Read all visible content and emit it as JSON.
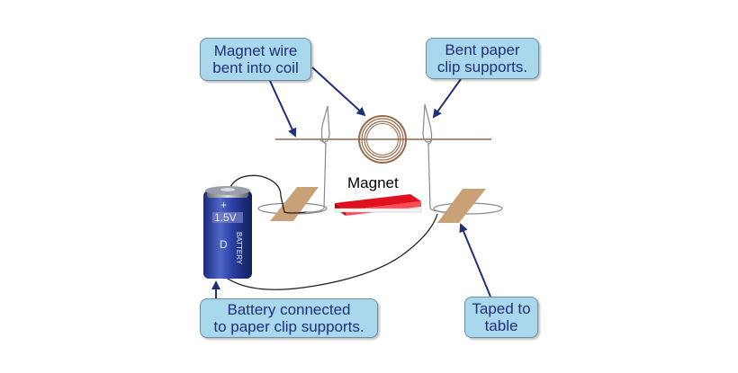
{
  "colors": {
    "callout_fill": "#a9d8ec",
    "callout_text": "#1f2f7a",
    "arrow": "#1f2f7a",
    "magnet_red": "#e0101e",
    "tape": "#c8a276",
    "coil": "#9a6a4a",
    "battery_blue": "#2a3fa0"
  },
  "callouts": {
    "coil": {
      "line1": "Magnet wire",
      "line2": "bent into coil"
    },
    "supports": {
      "line1": "Bent paper",
      "line2": "clip supports."
    },
    "battery": {
      "line1": "Battery connected",
      "line2": "to paper clip supports."
    },
    "tape": {
      "line1": "Taped to",
      "line2": "table"
    }
  },
  "magnet_label": "Magnet",
  "battery": {
    "voltage": "1.5V",
    "plus": "+",
    "size": "D",
    "brand": "BATTERY"
  },
  "icons": [
    "coil-icon",
    "paper-clip-icon",
    "battery-icon",
    "tape-icon",
    "magnet-icon",
    "arrow-icon"
  ]
}
